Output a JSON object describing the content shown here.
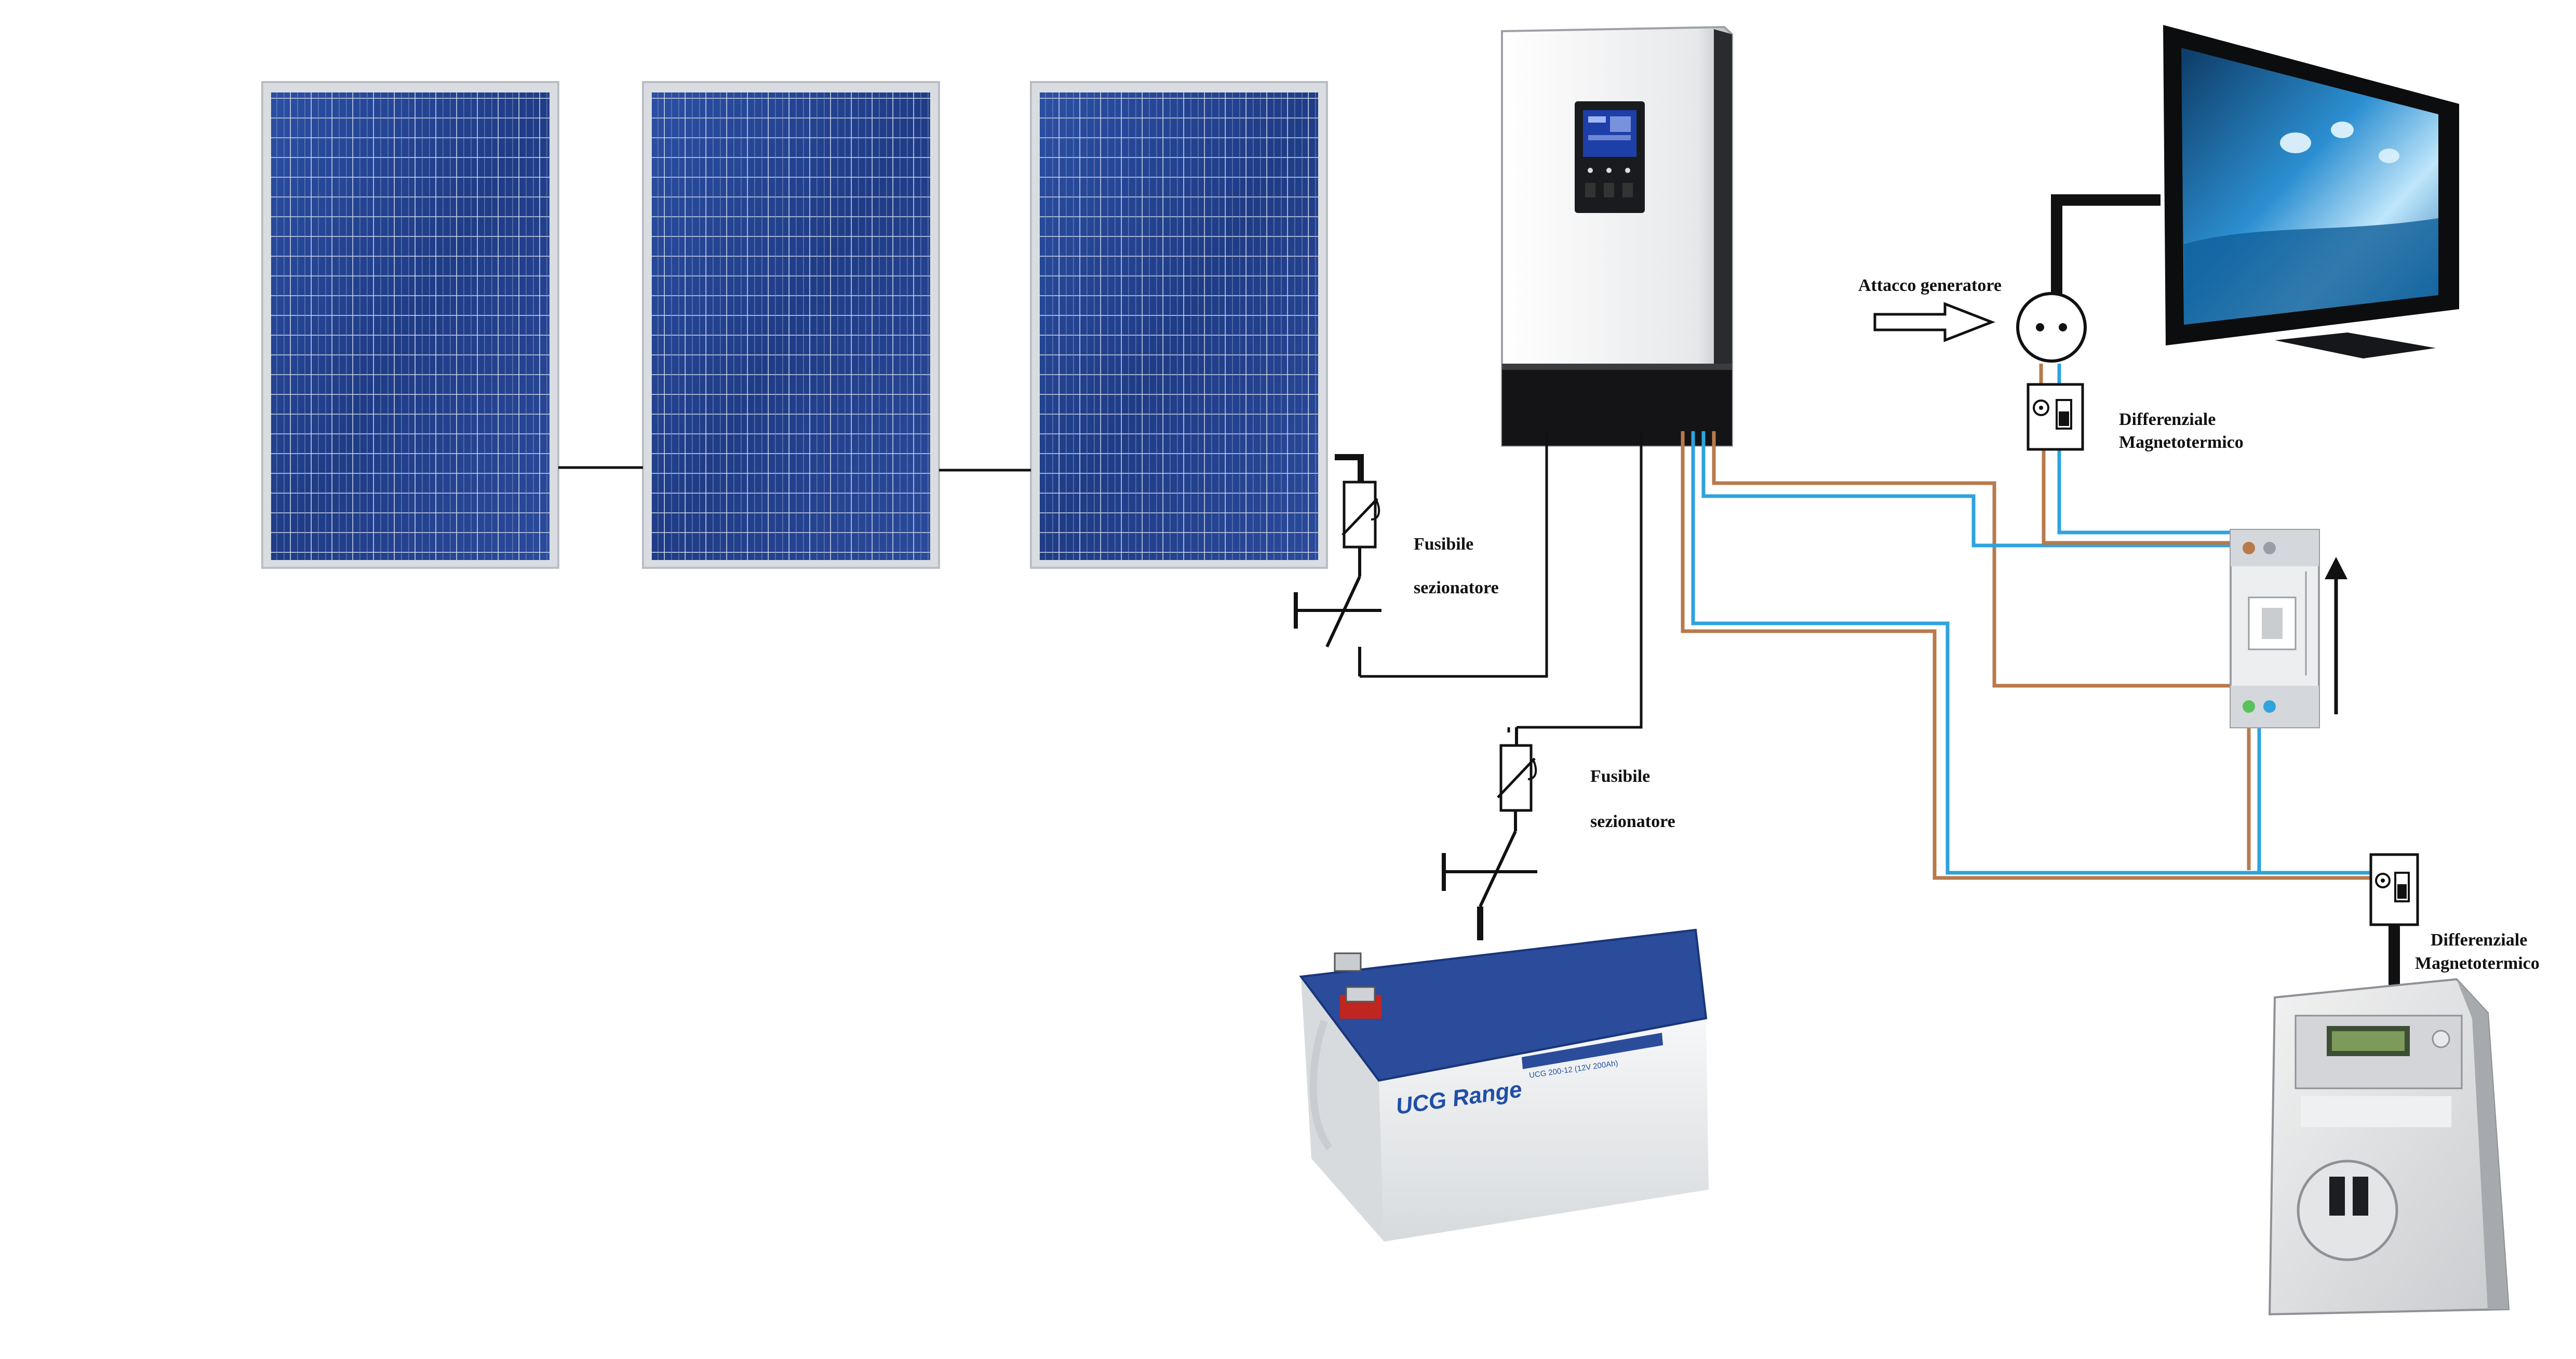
{
  "labels": {
    "fuse_pv": "Fusibile",
    "disconnector_pv": "sezionatore",
    "fuse_battery": "Fusibile",
    "disconnector_battery": "sezionatore",
    "generator_inlet": "Attacco generatore",
    "rcbo_top_line1": "Differenziale",
    "rcbo_top_line2": "Magnetotermico",
    "rcbo_bottom_line1": "Differenziale",
    "rcbo_bottom_line2": "Magnetotermico"
  },
  "battery": {
    "brand": "UCG Range",
    "model": "UCG 200-12 (12V 200Ah)"
  },
  "colors": {
    "dc_wire": "#111111",
    "ac_phase": "#b87a4b",
    "ac_neutral": "#2fa3dc",
    "panel_cell": "#23438f",
    "panel_frame": "#d9dde2",
    "battery_lid": "#2a4c9a",
    "battery_body": "#eef0f2"
  },
  "icons": {
    "solar_panel": "solar-panel-icon",
    "inverter": "inverter-icon",
    "battery": "battery-icon",
    "fuse": "fuse-icon",
    "disconnector": "disconnector-switch-icon",
    "socket": "socket-icon",
    "rcbo": "rcbo-breaker-icon",
    "changeover": "changeover-switch-icon",
    "tv": "television-icon",
    "meter": "energy-meter-icon",
    "arrow_right": "arrow-right-icon",
    "arrow_up": "arrow-up-icon"
  }
}
